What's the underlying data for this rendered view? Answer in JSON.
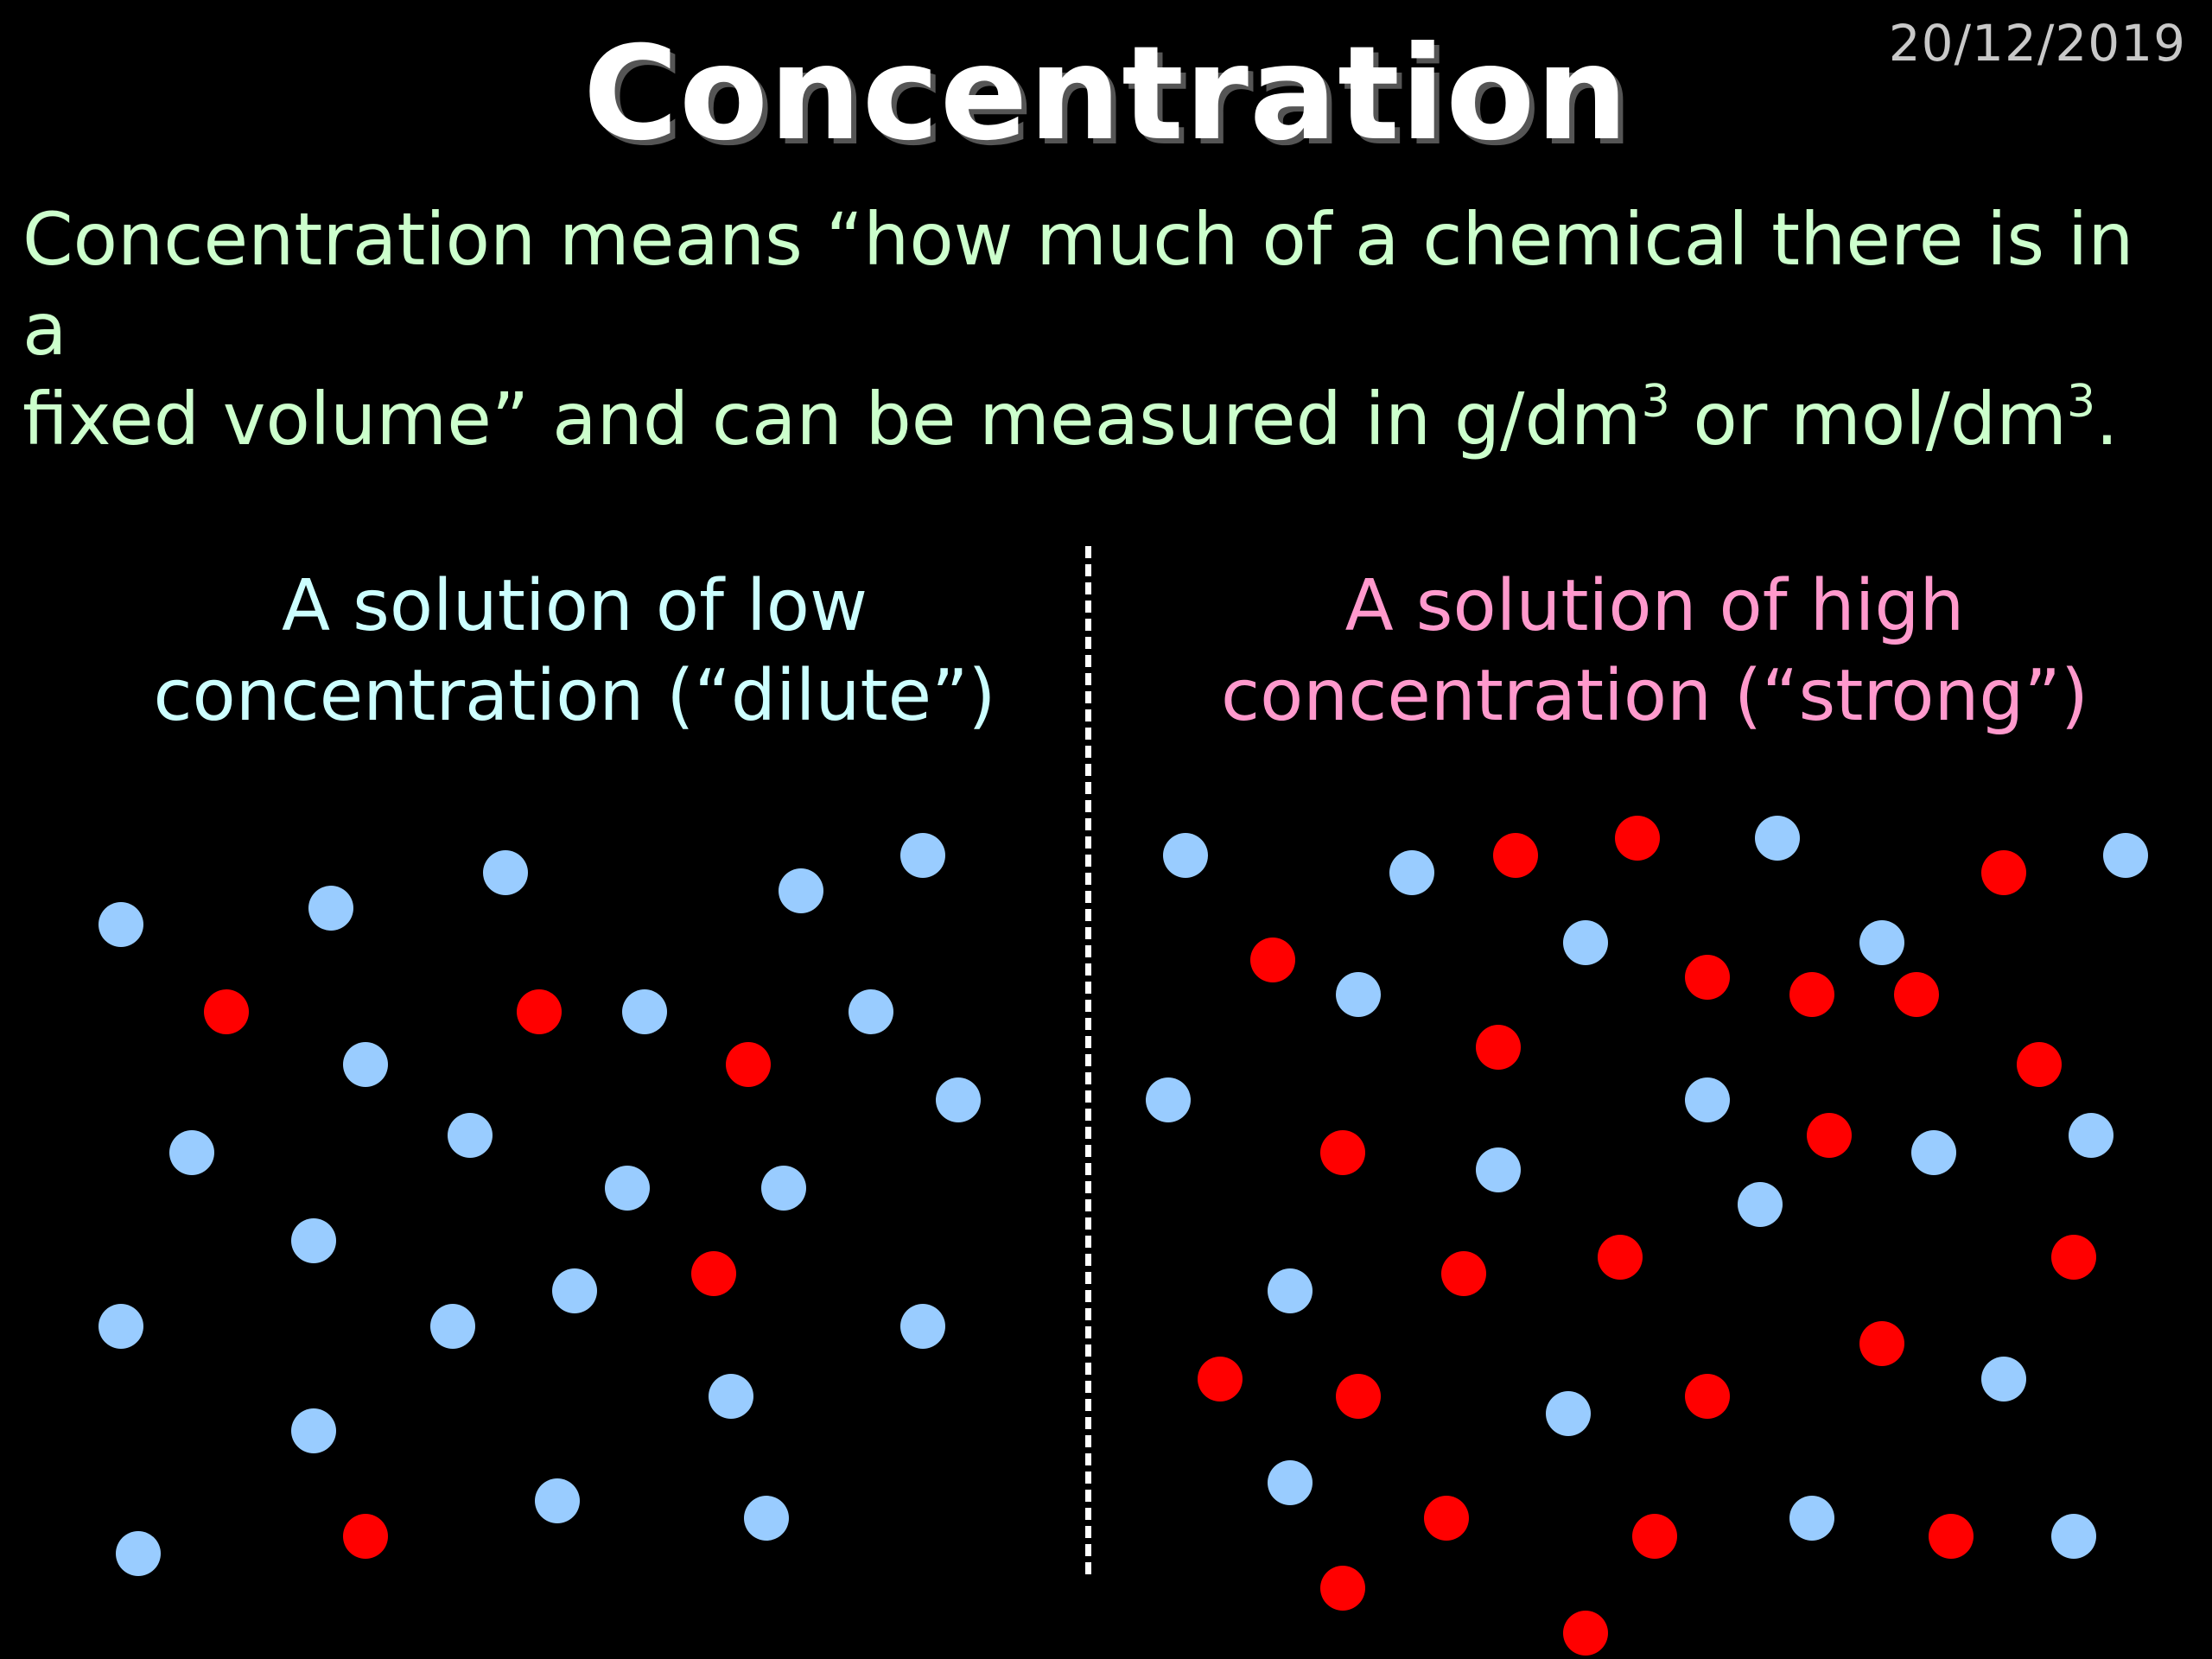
{
  "slide": {
    "date": "20/12/2019",
    "title": "Concentration",
    "definition": {
      "line1": "Concentration means “how much of a chemical there is in a",
      "line2_pre": "fixed volume” and can be measured in g/dm",
      "sup1": "3",
      "mid": " or mol/dm",
      "sup2": "3",
      "end": "."
    }
  },
  "left_panel": {
    "line1": "A solution of low",
    "line2": "concentration (“dilute”)",
    "label_color": "#ccffff"
  },
  "right_panel": {
    "line1": "A solution of high",
    "line2": "concentration (“strong”)",
    "label_color": "#ff99cc"
  },
  "colors": {
    "background": "#000000",
    "title": "#ffffff",
    "definition": "#ccffcc",
    "solvent_particle": "#99ccff",
    "solute_particle": "#ff0000"
  }
}
